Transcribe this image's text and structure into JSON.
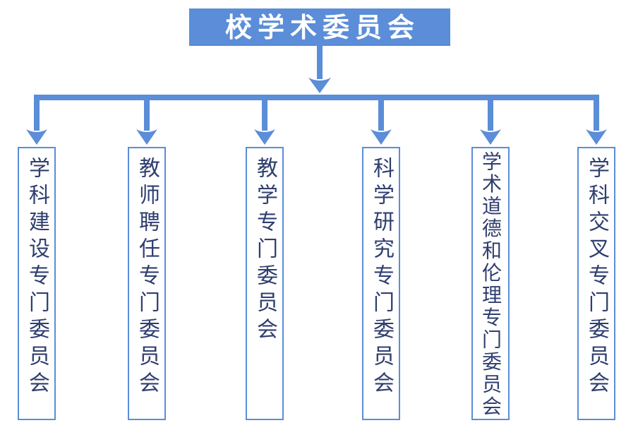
{
  "diagram": {
    "type": "org-chart",
    "root": {
      "label": "校学术委员会"
    },
    "children": [
      {
        "label": "学科建设专门委员会"
      },
      {
        "label": "教师聘任专门委员会"
      },
      {
        "label": "教学专门委员会"
      },
      {
        "label": "科学研究专门委员会"
      },
      {
        "label": "学术道德和伦理专门委员会"
      },
      {
        "label": "学科交叉专门委员会"
      }
    ],
    "colors": {
      "accent_blue": "#5B8DD8",
      "node_text_navy": "#2F3E6F",
      "root_text": "#FFFFFF",
      "background": "#FFFFFF"
    }
  }
}
